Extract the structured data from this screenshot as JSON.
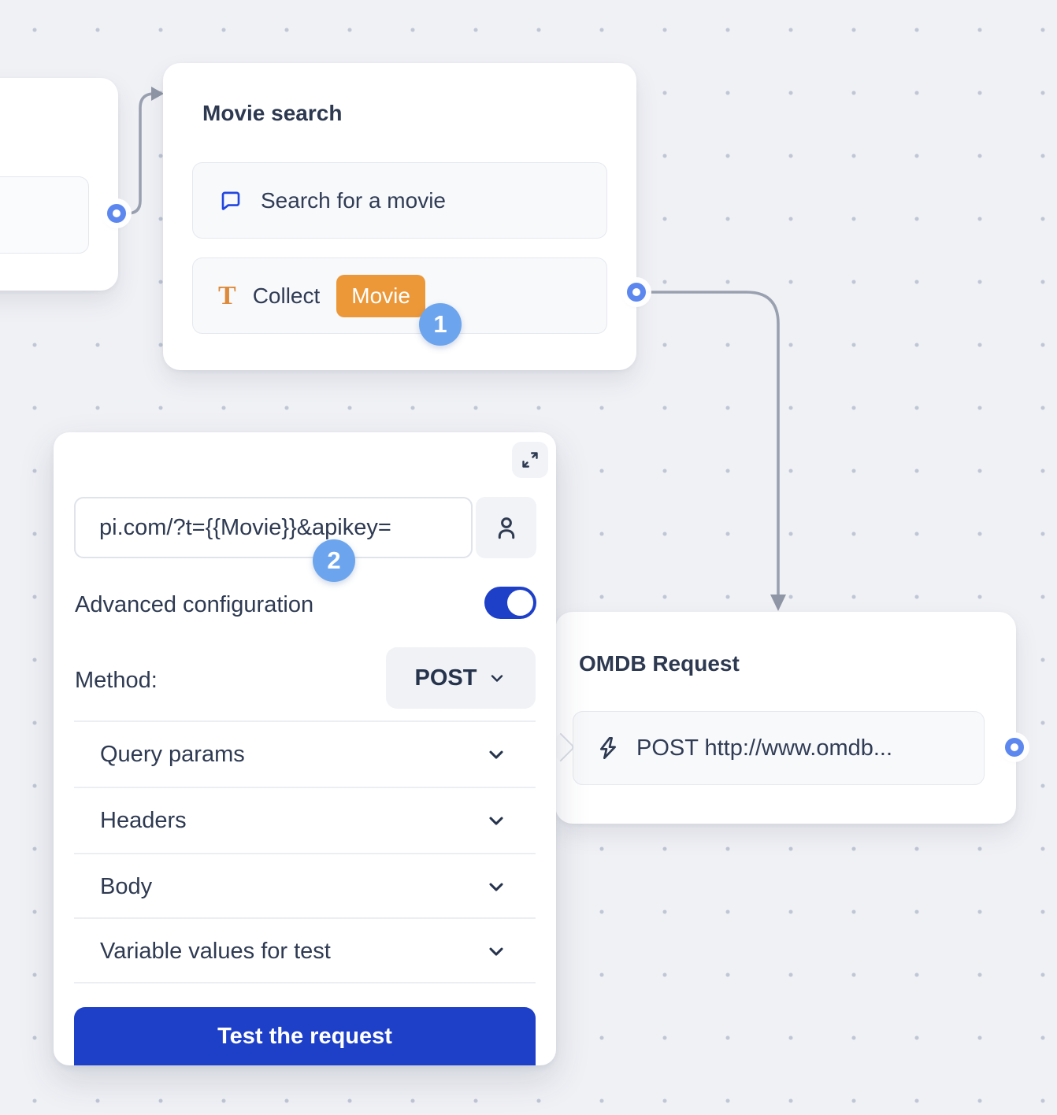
{
  "colors": {
    "accent_blue": "#1e40c8",
    "step_badge_blue": "#6ca5ee",
    "variable_orange": "#ec9839",
    "port_blue": "#5c87ee",
    "edge_gray": "#99a0b0",
    "text_dark": "#2e3a52",
    "canvas_bg": "#f0f1f5"
  },
  "nodes": {
    "movie_search": {
      "title": "Movie search",
      "rows": [
        {
          "icon": "chat-bubble-icon",
          "label": "Search for a movie"
        },
        {
          "icon": "text-icon",
          "label": "Collect",
          "variable_badge": "Movie"
        }
      ],
      "step_badge": "1"
    },
    "omdb_request": {
      "title": "OMDB Request",
      "row": {
        "icon": "lightning-icon",
        "label": "POST http://www.omdb..."
      }
    }
  },
  "panel": {
    "url_value": "pi.com/?t={{Movie}}&apikey=",
    "step_badge": "2",
    "advanced_label": "Advanced configuration",
    "advanced_on": true,
    "method_label": "Method:",
    "method_value": "POST",
    "sections": [
      {
        "label": "Query params"
      },
      {
        "label": "Headers"
      },
      {
        "label": "Body"
      },
      {
        "label": "Variable values for test"
      }
    ],
    "test_button_label": "Test the request"
  }
}
